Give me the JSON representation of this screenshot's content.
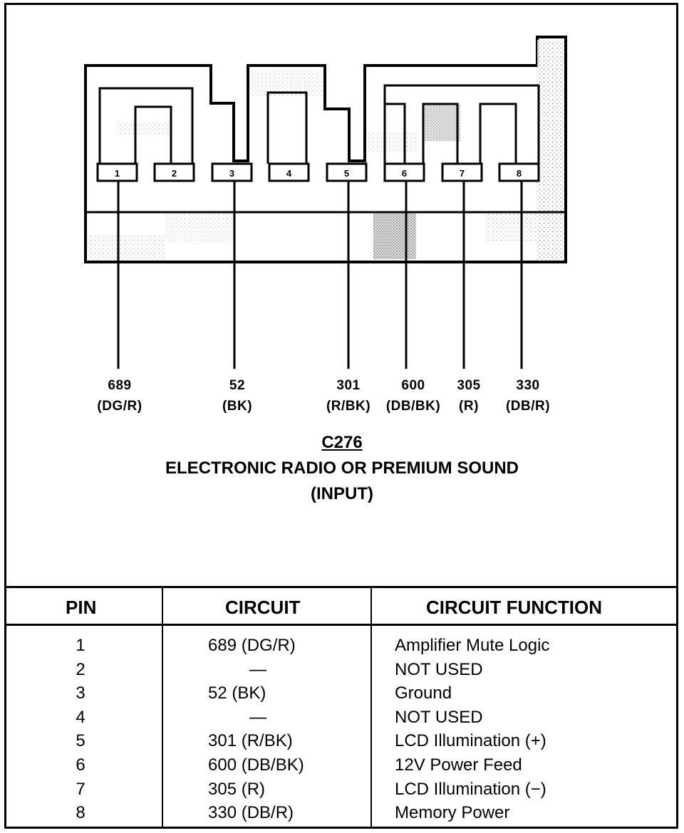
{
  "connector": {
    "id": "C276",
    "name": "ELECTRONIC RADIO OR PREMIUM SOUND",
    "subtitle": "(INPUT)",
    "pins": [
      "1",
      "2",
      "3",
      "4",
      "5",
      "6",
      "7",
      "8"
    ]
  },
  "wires": [
    {
      "pin": "1",
      "circuit": "689",
      "color": "(DG/R)"
    },
    {
      "pin": "3",
      "circuit": "52",
      "color": "(BK)"
    },
    {
      "pin": "5",
      "circuit": "301",
      "color": "(R/BK)"
    },
    {
      "pin": "6",
      "circuit": "600",
      "color": "(DB/BK)"
    },
    {
      "pin": "7",
      "circuit": "305",
      "color": "(R)"
    },
    {
      "pin": "8",
      "circuit": "330",
      "color": "(DB/R)"
    }
  ],
  "table": {
    "headers": {
      "pin": "PIN",
      "circuit": "CIRCUIT",
      "function": "CIRCUIT FUNCTION"
    },
    "rows": [
      {
        "pin": "1",
        "circuit": "689 (DG/R)",
        "function": "Amplifier Mute Logic"
      },
      {
        "pin": "2",
        "circuit": "—",
        "function": "NOT USED"
      },
      {
        "pin": "3",
        "circuit": "52 (BK)",
        "function": "Ground"
      },
      {
        "pin": "4",
        "circuit": "—",
        "function": "NOT USED"
      },
      {
        "pin": "5",
        "circuit": "301 (R/BK)",
        "function": "LCD Illumination (+)"
      },
      {
        "pin": "6",
        "circuit": "600 (DB/BK)",
        "function": "12V Power Feed"
      },
      {
        "pin": "7",
        "circuit": "305 (R)",
        "function": "LCD Illumination (−)"
      },
      {
        "pin": "8",
        "circuit": "330 (DB/R)",
        "function": "Memory Power"
      }
    ]
  }
}
